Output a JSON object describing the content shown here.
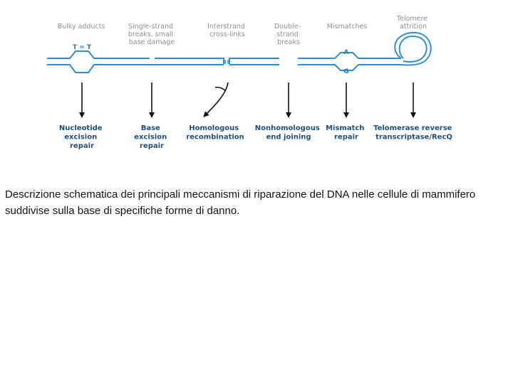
{
  "damage_types": [
    {
      "lines": [
        "Bulky adducts"
      ]
    },
    {
      "lines": [
        "Single-strand",
        "breaks, small",
        "base damage"
      ]
    },
    {
      "lines": [
        "Interstrand",
        "cross-links"
      ]
    },
    {
      "lines": [
        "Double-",
        "strand",
        "breaks"
      ]
    },
    {
      "lines": [
        "Mismatches"
      ]
    },
    {
      "lines": [
        "Telomere",
        "attrition"
      ]
    }
  ],
  "repair_mechanisms": [
    {
      "lines": [
        "Nucleotide",
        "excision",
        "repair"
      ]
    },
    {
      "lines": [
        "Base",
        "excision",
        "repair"
      ]
    },
    {
      "lines": [
        "Homologous",
        "recombination"
      ]
    },
    {
      "lines": [
        "Nonhomologous",
        "end joining"
      ]
    },
    {
      "lines": [
        "Mismatch",
        "repair"
      ]
    },
    {
      "lines": [
        "Telomerase reverse",
        "transcriptase/RecQ"
      ]
    }
  ],
  "dimer_label": "T = T",
  "mismatch_bases": {
    "top": "A",
    "bottom": "G"
  },
  "colors": {
    "strand": "#2b8fd6",
    "arrow": "#111111",
    "damage_text": "#8a8f96",
    "repair_text": "#1f4f7a"
  },
  "caption": "Descrizione schematica dei principali meccanismi di riparazione del DNA nelle cellule di mammifero suddivise sulla base di specifiche forme di danno."
}
